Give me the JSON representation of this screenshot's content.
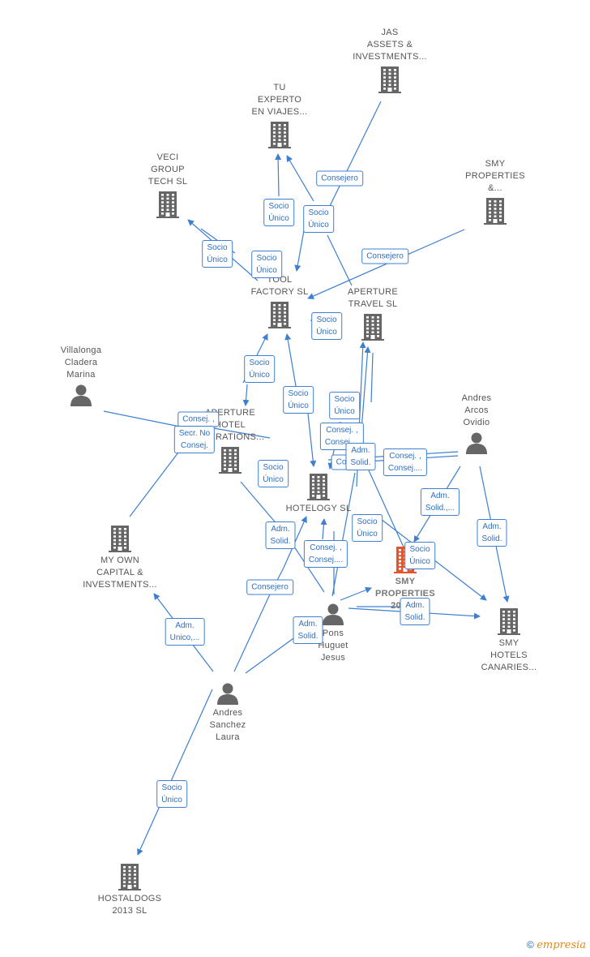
{
  "nodes": [
    {
      "id": "jas",
      "kind": "company",
      "label": "JAS\nASSETS &\nINVESTMENTS..."
    },
    {
      "id": "tu",
      "kind": "company",
      "label": "TU\nEXPERTO\nEN VIAJES..."
    },
    {
      "id": "veci",
      "kind": "company",
      "label": "VECI\nGROUP\nTECH  SL"
    },
    {
      "id": "smyprop",
      "kind": "company",
      "label": "SMY\nPROPERTIES\n&..."
    },
    {
      "id": "tool",
      "kind": "company",
      "label": "TOOL\nFACTORY SL"
    },
    {
      "id": "apttravel",
      "kind": "company",
      "label": "APERTURE\nTRAVEL  SL"
    },
    {
      "id": "villalonga",
      "kind": "person",
      "label": "Villalonga\nCladera\nMarina"
    },
    {
      "id": "apthotel",
      "kind": "company",
      "label": "APERTURE\nHOTEL\nOPERATIONS..."
    },
    {
      "id": "andres_arcos",
      "kind": "person",
      "label": "Andres\nArcos\nOvidio"
    },
    {
      "id": "hotelogy",
      "kind": "company",
      "label": "HOTELOGY  SL"
    },
    {
      "id": "myown",
      "kind": "company",
      "label": "MY OWN\nCAPITAL &\nINVESTMENTS..."
    },
    {
      "id": "smy2018",
      "kind": "focus",
      "label": "SMY\nPROPERTIES\n2018..."
    },
    {
      "id": "pons",
      "kind": "person",
      "label": "Pons\nHuguet\nJesus"
    },
    {
      "id": "smyhotels",
      "kind": "company",
      "label": "SMY\nHOTELS\nCANARIES..."
    },
    {
      "id": "andres_sanchez",
      "kind": "person",
      "label": "Andres\nSanchez\nLaura"
    },
    {
      "id": "hostaldogs",
      "kind": "company",
      "label": "HOSTALDOGS\n2013  SL"
    }
  ],
  "edge_labels": [
    {
      "id": "el1",
      "text": "Consejero"
    },
    {
      "id": "el2",
      "text": "Socio\nÚnico"
    },
    {
      "id": "el3",
      "text": "Socio\nÚnico"
    },
    {
      "id": "el4",
      "text": "Consejero"
    },
    {
      "id": "el5",
      "text": "Socio\nÚnico"
    },
    {
      "id": "el6",
      "text": "Socio\nÚnico"
    },
    {
      "id": "el7",
      "text": "Socio\nÚnico"
    },
    {
      "id": "el8",
      "text": "Socio\nÚnico"
    },
    {
      "id": "el9",
      "text": "Socio\nÚnico"
    },
    {
      "id": "el10",
      "text": "Socio\nÚnico"
    },
    {
      "id": "el11",
      "text": "Consej. ,"
    },
    {
      "id": "el12",
      "text": "Secr.  No\nConsej."
    },
    {
      "id": "el13",
      "text": "Consej. ,\nConsej...."
    },
    {
      "id": "el14",
      "text": "Co"
    },
    {
      "id": "el15",
      "text": "Adm.\nSolid."
    },
    {
      "id": "el16",
      "text": "Consej. ,\nConsej...."
    },
    {
      "id": "el17",
      "text": "Socio\nÚnico"
    },
    {
      "id": "el18",
      "text": "Adm.\nSolid.,..."
    },
    {
      "id": "el19",
      "text": "Adm.\nSolid."
    },
    {
      "id": "el20",
      "text": "Socio\nÚnico"
    },
    {
      "id": "el21",
      "text": "Consej. ,\nConsej...."
    },
    {
      "id": "el22",
      "text": "Adm.\nSolid."
    },
    {
      "id": "el23",
      "text": "Socio\nÚnico"
    },
    {
      "id": "el24",
      "text": "Consejero"
    },
    {
      "id": "el25",
      "text": "Adm.\nSolid."
    },
    {
      "id": "el26",
      "text": "Adm.\nSolid."
    },
    {
      "id": "el27",
      "text": "Adm.\nUnico,..."
    },
    {
      "id": "el28",
      "text": "Socio\nÚnico"
    }
  ],
  "footer": {
    "copyright": "©",
    "brand": "mpresia",
    "brand_initial": "e"
  },
  "colors": {
    "edge": "#3d7fd1",
    "company_icon": "#666666",
    "focus_icon": "#e8542a",
    "person_icon": "#666666"
  }
}
